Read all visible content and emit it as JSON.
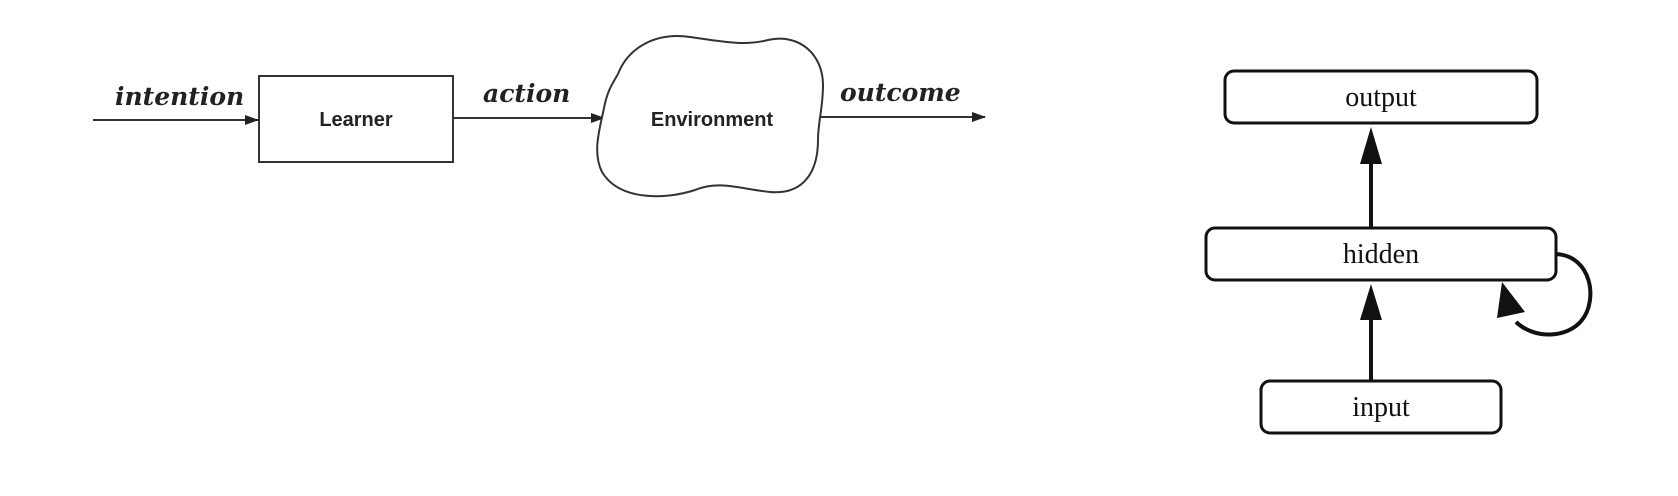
{
  "left_diagram": {
    "input_label": "intention",
    "block_label": "Learner",
    "middle_label": "action",
    "cloud_label": "Environment",
    "output_label": "outcome"
  },
  "right_diagram": {
    "top_box": "output",
    "middle_box": "hidden",
    "bottom_box": "input"
  }
}
